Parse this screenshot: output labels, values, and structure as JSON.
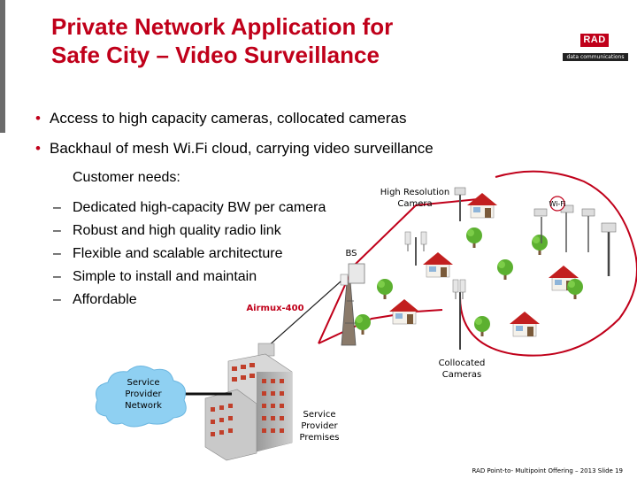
{
  "title": {
    "line1": "Private Network Application for",
    "line2": "Safe City – Video Surveillance"
  },
  "logo": {
    "brand": "RAD",
    "tagline": "data communications"
  },
  "bullets": [
    "Access to high capacity cameras, collocated cameras",
    "Backhaul of mesh Wi.Fi cloud, carrying video surveillance"
  ],
  "customer_needs": {
    "heading": "Customer needs:",
    "items": [
      "Dedicated high-capacity BW per camera",
      "Robust and high quality radio link",
      "Flexible and scalable architecture",
      "Simple to install and maintain",
      "Affordable"
    ]
  },
  "diagram": {
    "high_res_camera": [
      "High Resolution",
      "Camera"
    ],
    "wifi": "Wi-Fi",
    "bs": "BS",
    "airmux": "Airmux-400",
    "collocated": [
      "Collocated",
      "Cameras"
    ],
    "service_provider_network": [
      "Service",
      "Provider",
      "Network"
    ],
    "service_provider_premises": [
      "Service",
      "Provider",
      "Premises"
    ]
  },
  "colors": {
    "brand_red": "#c0001a",
    "cloud": "#7ec8f0",
    "link_red": "#c0001a"
  },
  "footer": "RAD Point-to- Multipoint Offering – 2013 Slide 19"
}
